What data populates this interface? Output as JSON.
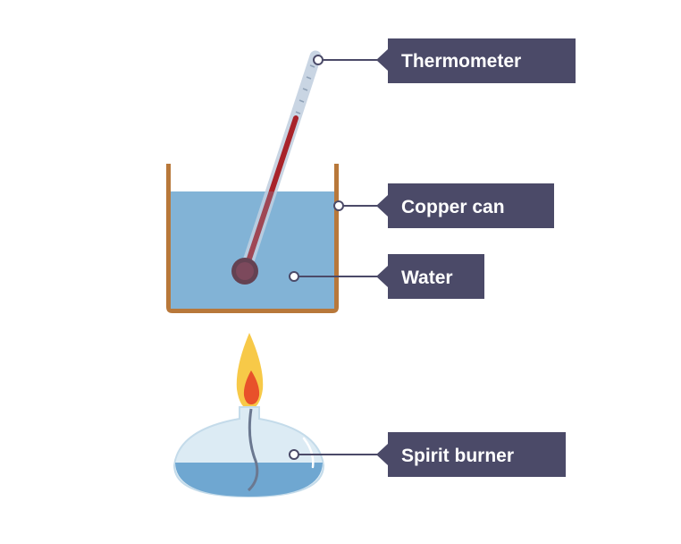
{
  "labels": {
    "thermometer": "Thermometer",
    "copper_can": "Copper can",
    "water": "Water",
    "spirit_burner": "Spirit burner"
  },
  "colors": {
    "label_box": "#4b4a68",
    "leader_line": "#4b4a68",
    "water": "#82b3d6",
    "copper": "#b8783a",
    "thermometer_liquid": "#a8232a",
    "bulb": "#5a1c26",
    "flame_outer": "#f7c948",
    "flame_inner": "#e8512a"
  }
}
